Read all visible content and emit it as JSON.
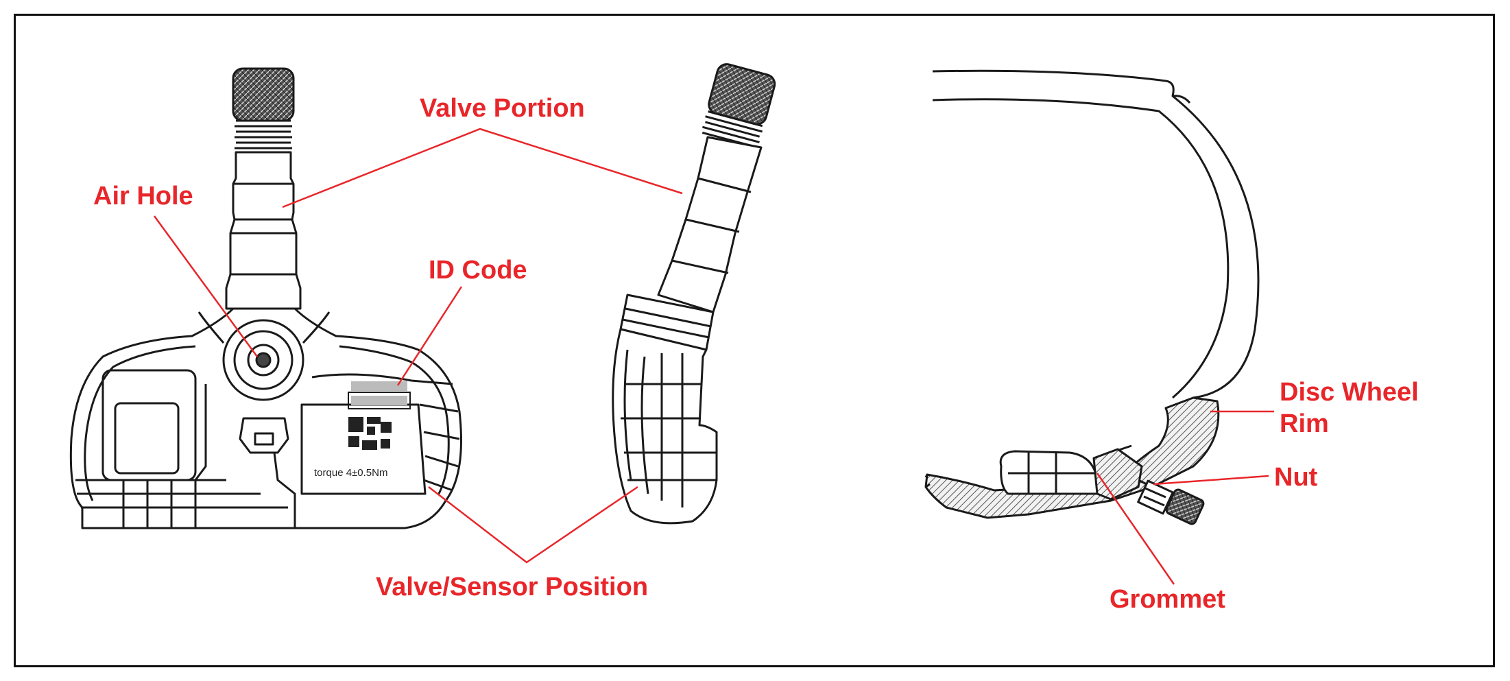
{
  "colors": {
    "callout": "#e8262a",
    "line_art": "#1a1a1a",
    "background": "#ffffff"
  },
  "labels": {
    "valve_portion": "Valve Portion",
    "air_hole": "Air Hole",
    "id_code": "ID Code",
    "valve_sensor_position": "Valve/Sensor Position",
    "disc_wheel_rim_line1": "Disc Wheel",
    "disc_wheel_rim_line2": "Rim",
    "nut": "Nut",
    "grommet": "Grommet"
  },
  "sensor_markings": {
    "torque": "torque 4±0.5Nm"
  }
}
